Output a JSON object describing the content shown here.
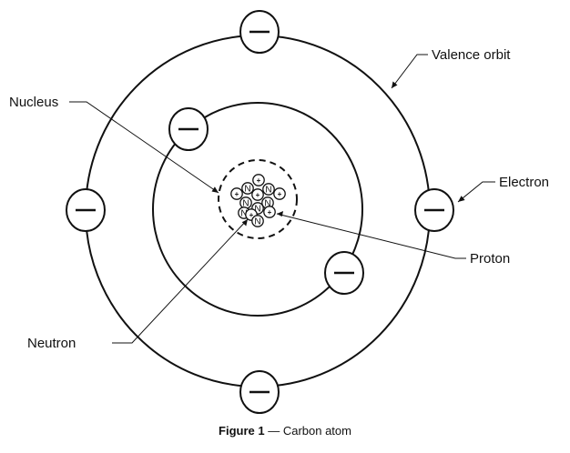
{
  "labels": {
    "valence_orbit": "Valence orbit",
    "nucleus": "Nucleus",
    "electron": "Electron",
    "proton": "Proton",
    "neutron": "Neutron"
  },
  "symbols": {
    "proton": "+",
    "neutron": "N"
  },
  "caption": {
    "figure_number": "Figure 1",
    "separator": " — ",
    "title": "Carbon atom"
  },
  "atom": {
    "protons": 6,
    "neutrons": 6,
    "electrons": 6,
    "inner_shell_electrons": 2,
    "valence_electrons": 4
  },
  "colors": {
    "line": "#111111",
    "background": "#ffffff"
  }
}
